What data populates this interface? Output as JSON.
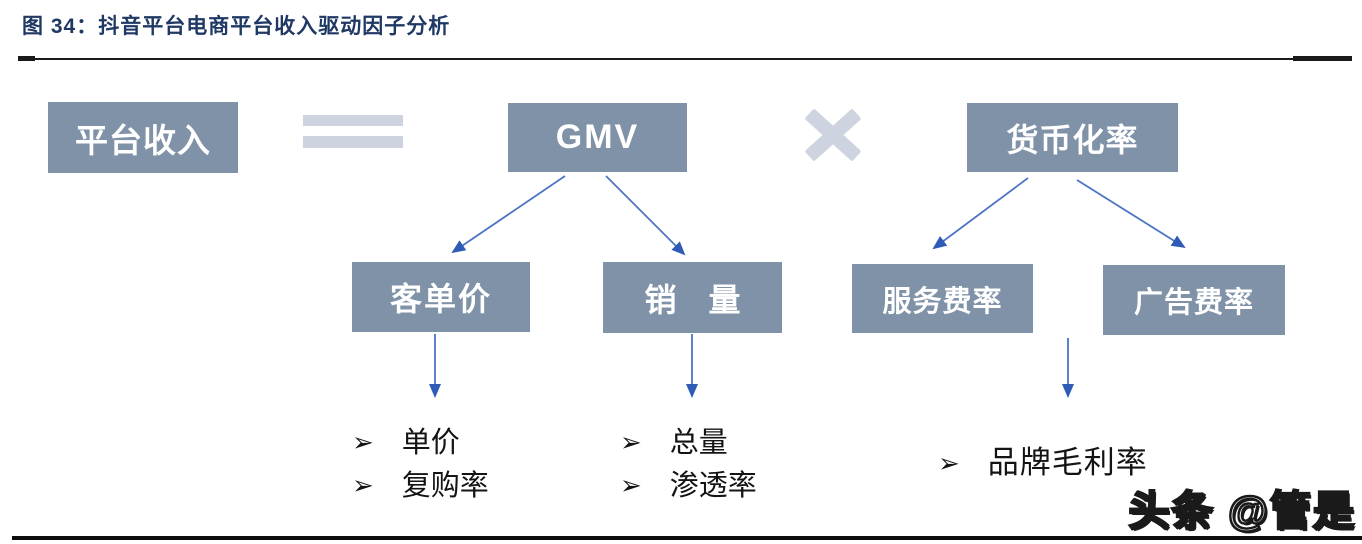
{
  "figure": {
    "title": "图 34：抖音平台电商平台收入驱动因子分析"
  },
  "formula": {
    "platform_revenue": "平台收入",
    "equals_operator": "=",
    "gmv": "GMV",
    "multiply_operator": "×",
    "monetization_rate": "货币化率"
  },
  "level2": {
    "avg_order_value": "客单价",
    "sales_volume": "销　量",
    "service_fee_rate": "服务费率",
    "ad_fee_rate": "广告费率"
  },
  "bullets": {
    "marker": "➢",
    "under_avg_order_value": [
      "单价",
      "复购率"
    ],
    "under_sales_volume": [
      "总量",
      "渗透率"
    ],
    "under_monetization": [
      "品牌毛利率"
    ]
  },
  "watermark": "头条 @管是",
  "colors": {
    "box_fill": "#8092A8",
    "box_text": "#FFFFFF",
    "arrow": "#4D74C4",
    "arrowhead": "#2F5BB7",
    "operator_gray": "#CED4DF",
    "title_navy": "#1F3864",
    "rule_dark": "#1A1A1A",
    "bullet_text": "#141414"
  }
}
